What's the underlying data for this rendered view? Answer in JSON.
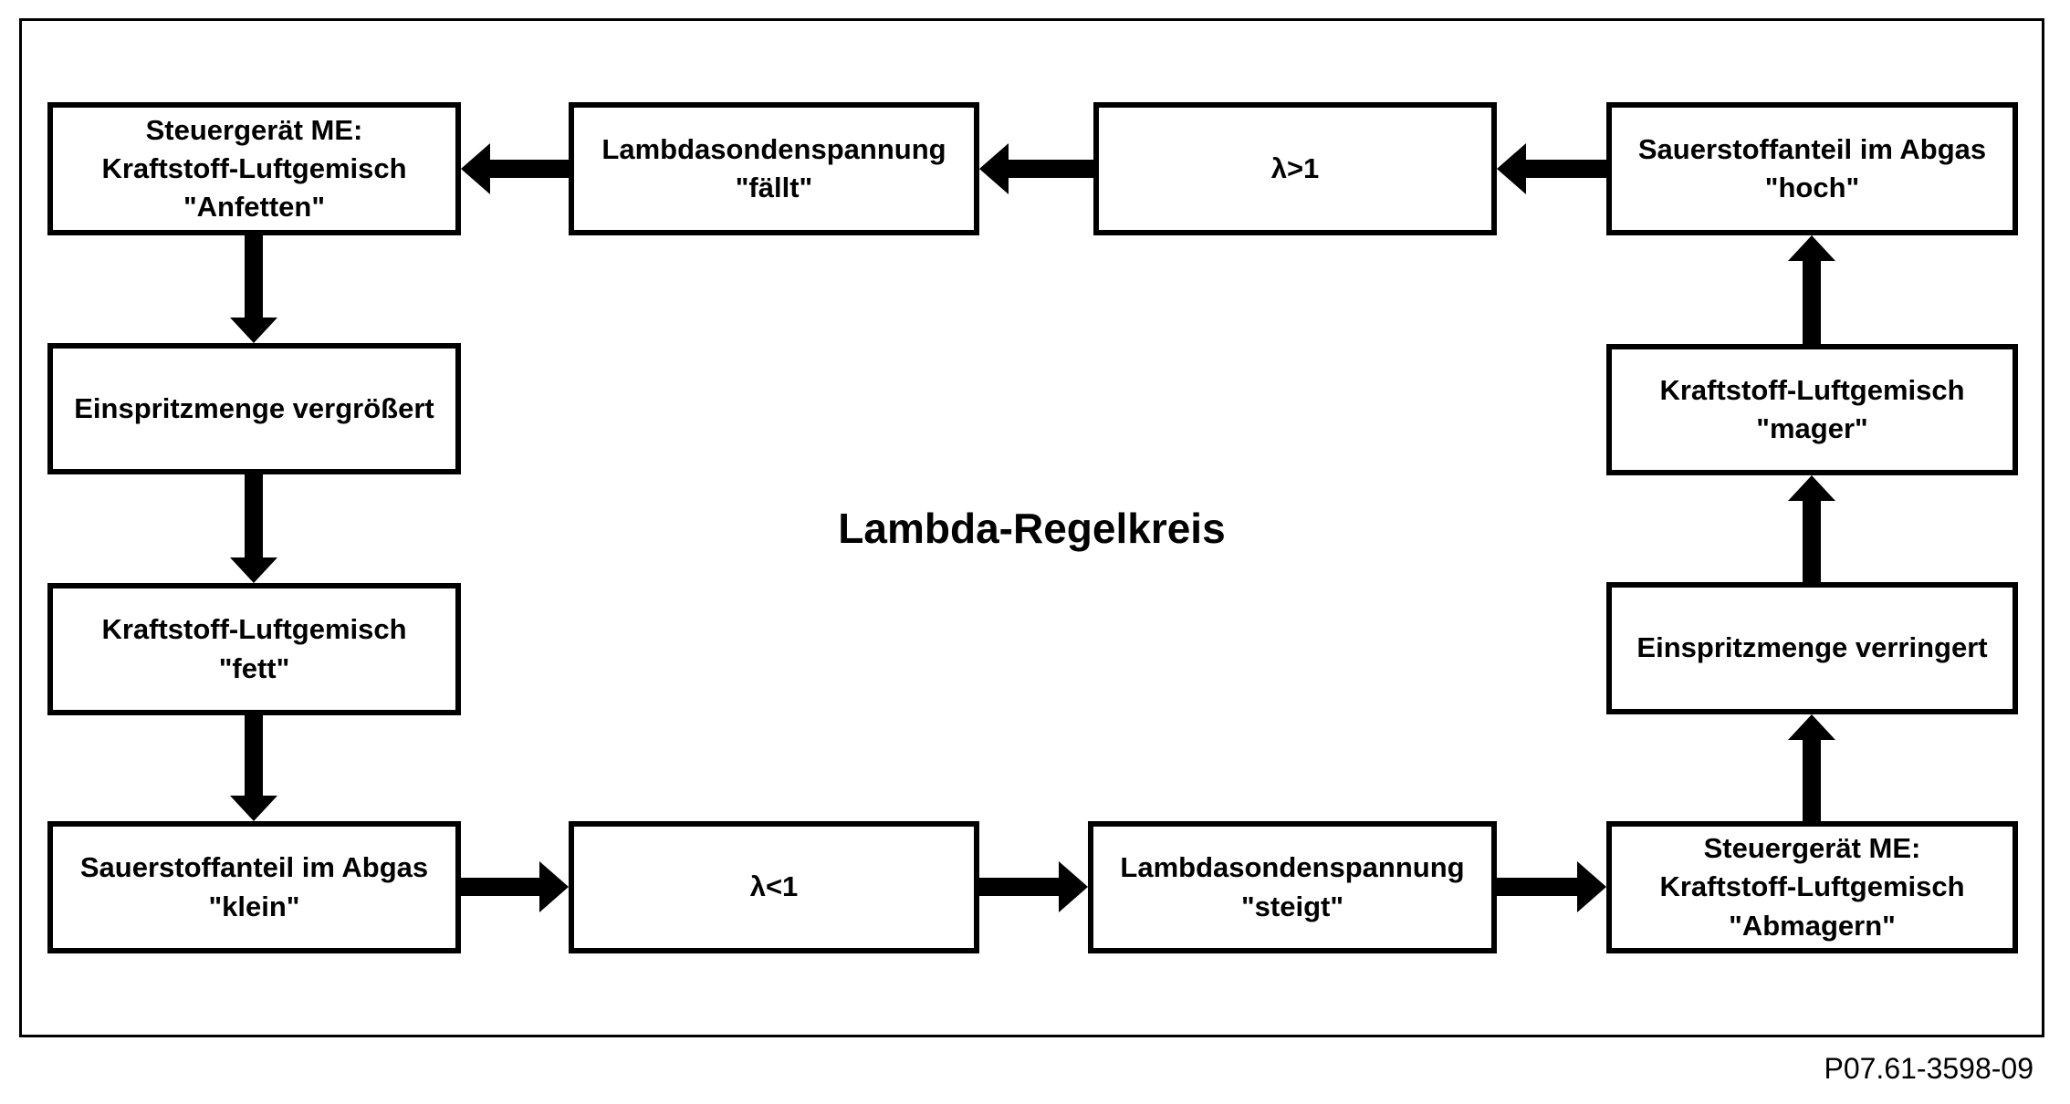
{
  "colors": {
    "ink": "#000000",
    "paper": "#ffffff"
  },
  "diagram": {
    "title": "Lambda-Regelkreis",
    "figure_code": "P07.61-3598-09",
    "nodes": {
      "ecu_enrich": "Steuergerät ME:\nKraftstoff-Luftgemisch\n\"Anfetten\"",
      "lambda_voltage_falls": "Lambdasondenspannung\n\"fällt\"",
      "lambda_gt_1": "λ>1",
      "oxygen_high": "Sauerstoffanteil im Abgas\n\"hoch\"",
      "injection_increased": "Einspritzmenge vergrößert",
      "mixture_rich": "Kraftstoff-Luftgemisch\n\"fett\"",
      "oxygen_low": "Sauerstoffanteil im Abgas\n\"klein\"",
      "lambda_lt_1": "λ<1",
      "lambda_voltage_rises": "Lambdasondenspannung\n\"steigt\"",
      "ecu_lean": "Steuergerät ME:\nKraftstoff-Luftgemisch\n\"Abmagern\"",
      "injection_reduced": "Einspritzmenge verringert",
      "mixture_lean": "Kraftstoff-Luftgemisch\n\"mager\""
    },
    "edges": [
      {
        "from": "oxygen_high",
        "to": "lambda_gt_1",
        "direction": "left"
      },
      {
        "from": "lambda_gt_1",
        "to": "lambda_voltage_falls",
        "direction": "left"
      },
      {
        "from": "lambda_voltage_falls",
        "to": "ecu_enrich",
        "direction": "left"
      },
      {
        "from": "ecu_enrich",
        "to": "injection_increased",
        "direction": "down"
      },
      {
        "from": "injection_increased",
        "to": "mixture_rich",
        "direction": "down"
      },
      {
        "from": "mixture_rich",
        "to": "oxygen_low",
        "direction": "down"
      },
      {
        "from": "oxygen_low",
        "to": "lambda_lt_1",
        "direction": "right"
      },
      {
        "from": "lambda_lt_1",
        "to": "lambda_voltage_rises",
        "direction": "right"
      },
      {
        "from": "lambda_voltage_rises",
        "to": "ecu_lean",
        "direction": "right"
      },
      {
        "from": "ecu_lean",
        "to": "injection_reduced",
        "direction": "up"
      },
      {
        "from": "injection_reduced",
        "to": "mixture_lean",
        "direction": "up"
      },
      {
        "from": "mixture_lean",
        "to": "oxygen_high",
        "direction": "up"
      }
    ]
  }
}
